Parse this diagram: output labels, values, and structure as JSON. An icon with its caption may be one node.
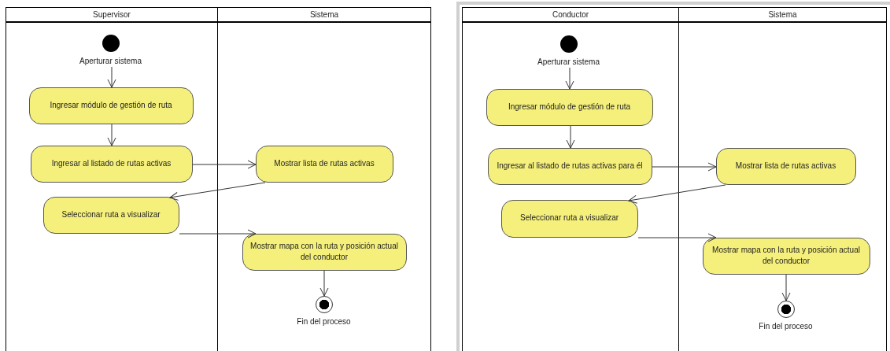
{
  "diagram": {
    "nodes": [
      {
        "text": [
          "Supervisor"
        ]
      },
      {
        "text": [
          "Sistema"
        ]
      },
      {
        "text": [],
        "shape": "circle",
        "in": 0,
        "beside": [
          "Aperturar sistema"
        ]
      },
      {
        "text": [
          "Ingresar módulo de gestión de ruta"
        ],
        "in": 0
      },
      {
        "text": [
          "Ingresar al listado de rutas activas"
        ],
        "in": 0
      },
      {
        "text": [
          "Mostrar lista de rutas activas"
        ],
        "in": 1
      },
      {
        "text": [
          "Seleccionar ruta a visualizar"
        ],
        "in": 0
      },
      {
        "text": [
          "Mostrar mapa con la ruta y posición actual del conductor"
        ],
        "in": 1
      },
      {
        "text": [],
        "shape": "circle",
        "in": 1,
        "beside": [
          "Fin del proceso"
        ]
      },
      {
        "text": [
          "Conductor"
        ]
      },
      {
        "text": [
          "Sistema"
        ]
      },
      {
        "text": [],
        "shape": "circle",
        "in": 9,
        "beside": [
          "Aperturar sistema"
        ]
      },
      {
        "text": [
          "Ingresar módulo de gestión de ruta"
        ],
        "in": 9
      },
      {
        "text": [
          "Ingresar al listado de rutas activas para él"
        ],
        "in": 9
      },
      {
        "text": [
          "Mostrar lista de rutas activas"
        ],
        "in": 10
      },
      {
        "text": [
          "Seleccionar ruta a visualizar"
        ],
        "in": 9
      },
      {
        "text": [
          "Mostrar mapa con la ruta y posición actual del conductor"
        ],
        "in": 10
      },
      {
        "text": [],
        "shape": "circle",
        "in": 10,
        "beside": [
          "Fin del proceso"
        ]
      }
    ],
    "edges": [
      {
        "from": 2,
        "to": 3,
        "arrow": "to"
      },
      {
        "from": 3,
        "to": 4,
        "arrow": "to"
      },
      {
        "from": 4,
        "to": 5,
        "arrow": "to"
      },
      {
        "from": 5,
        "to": 6,
        "arrow": "to"
      },
      {
        "from": 6,
        "to": 7,
        "arrow": "to"
      },
      {
        "from": 7,
        "to": 8,
        "arrow": "to"
      },
      {
        "from": 11,
        "to": 12,
        "arrow": "to"
      },
      {
        "from": 12,
        "to": 13,
        "arrow": "to"
      },
      {
        "from": 13,
        "to": 14,
        "arrow": "to"
      },
      {
        "from": 14,
        "to": 15,
        "arrow": "to"
      },
      {
        "from": 15,
        "to": 16,
        "arrow": "to"
      },
      {
        "from": 16,
        "to": 17,
        "arrow": "to"
      }
    ]
  }
}
